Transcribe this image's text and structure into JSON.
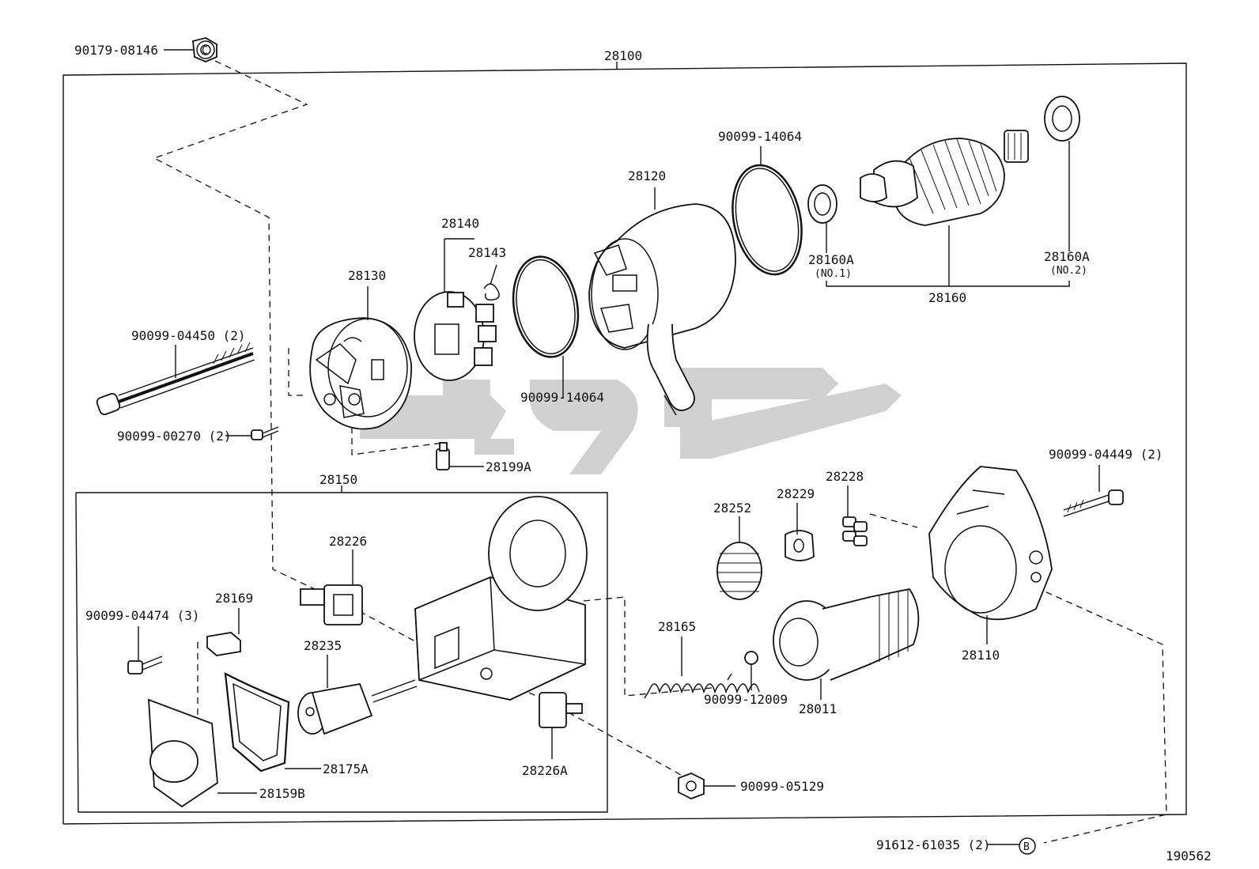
{
  "diagram_id": "190562",
  "watermark": "",
  "labels": {
    "p90179_08146": "90179-08146",
    "p28100": "28100",
    "p90099_14064_top": "90099-14064",
    "p28120": "28120",
    "p28140": "28140",
    "p28143": "28143",
    "p28130": "28130",
    "p90099_04450": "90099-04450 (2)",
    "p90099_14064_bot": "90099-14064",
    "p90099_00270": "90099-00270 (2)",
    "p28199A": "28199A",
    "p28160A_1": "28160A",
    "p28160A_1_sub": "(NO.1)",
    "p28160A_2": "28160A",
    "p28160A_2_sub": "(NO.2)",
    "p28160": "28160",
    "p28150": "28150",
    "p28226": "28226",
    "p28169": "28169",
    "p90099_04474": "90099-04474 (3)",
    "p28235": "28235",
    "p28175A": "28175A",
    "p28159B": "28159B",
    "p28226A": "28226A",
    "p90099_05129": "90099-05129",
    "p28252": "28252",
    "p28229": "28229",
    "p28228": "28228",
    "p90099_04449": "90099-04449 (2)",
    "p28165": "28165",
    "p90099_12009": "90099-12009",
    "p28011": "28011",
    "p28110": "28110",
    "p91612_61035": "91612-61035 (2)",
    "marker_c": "C",
    "marker_b": "B"
  },
  "icons": {
    "callout_c": "circle-c-marker-icon",
    "callout_b": "circle-b-marker-icon"
  },
  "colors": {
    "ink": "#111111",
    "watermark": "#c8c8c8"
  }
}
